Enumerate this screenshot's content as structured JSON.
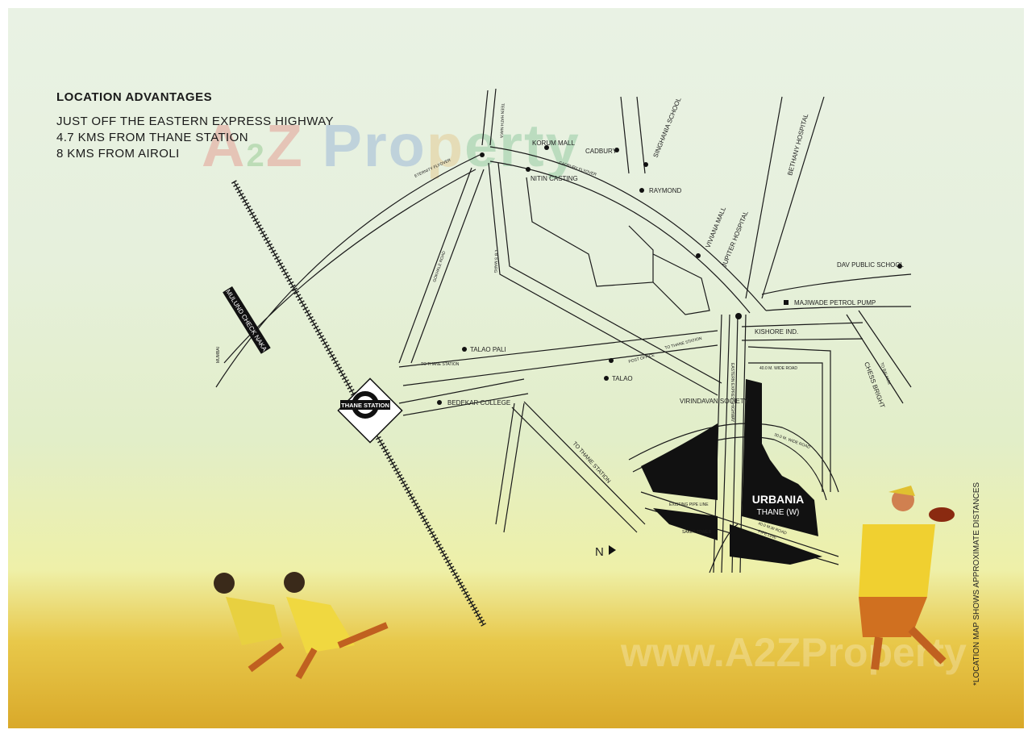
{
  "header": {
    "title": "LOCATION ADVANTAGES",
    "points": [
      "JUST OFF THE EASTERN EXPRESS HIGHWAY",
      "4.7 KMS FROM THANE STATION",
      "8 KMS FROM AIROLI"
    ]
  },
  "watermark": "A2Z Property",
  "watermark_bottom": "www.A2ZProperty",
  "map": {
    "project": {
      "name": "URBANIA",
      "sub": "THANE (W)"
    },
    "station": "THANE STATION",
    "naka": "MULUND CHECK NAKA",
    "north": "N",
    "landmarks": [
      "KORUM MALL",
      "CADBURY",
      "SINGHANIA SCHOOL",
      "RAYMOND",
      "NITIN CASTING",
      "VIVIANA MALL",
      "JUPITER HOSPITAL",
      "BETHANY HOSPITAL",
      "DAV PUBLIC SCHOOL",
      "MAJIWADE PETROL PUMP",
      "KISHORE IND.",
      "CHESS BRIGHT",
      "TALAO PALI",
      "TALAO",
      "BEDEKAR COLLEGE",
      "VIRINDAVAN SOCIETY"
    ],
    "roads": [
      "ETERNITY FLYOVER",
      "TEEN HATH NAKA",
      "CADBURY FLYOVER",
      "L B S MARG",
      "GOKHALE ROAD",
      "TO THANE STATION",
      "POST OFFICE",
      "TO THANE STATION",
      "EASTERN EXPRESS HIGHWAY",
      "40.0 M. WIDE ROAD",
      "30.0 M. WIDE ROAD",
      "40.0 M.W ROAD",
      "PIPE LINE",
      "EXISTING PIPE LINE",
      "SAKET TOWER",
      "TO BALKUM",
      "MUMBAI",
      "TO THANE STATION"
    ]
  },
  "disclaimer": "*LOCATION MAP SHOWS APPROXIMATE DISTANCES",
  "colors": {
    "map_line": "#1a1a1a",
    "land": "#111111"
  }
}
